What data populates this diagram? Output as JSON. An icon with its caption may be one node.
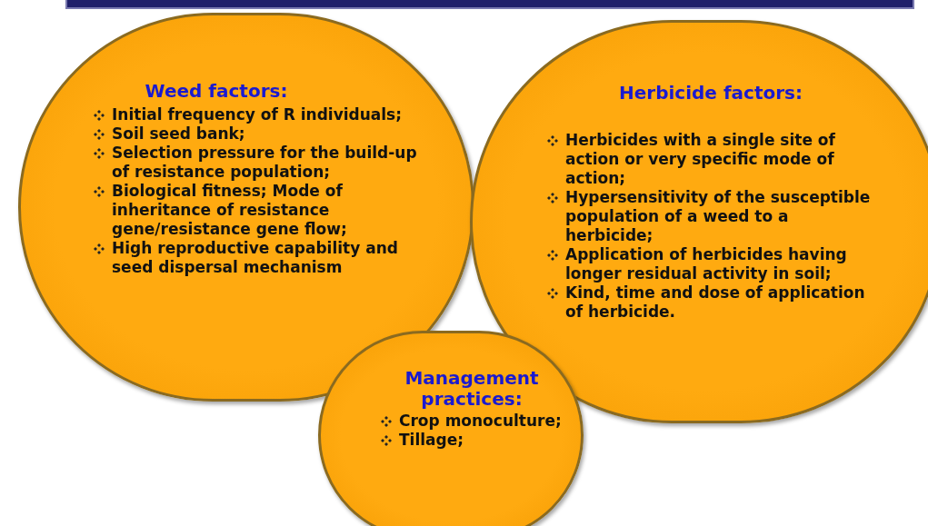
{
  "diagram": {
    "nodes": [
      {
        "text": [
          "Weed factors:",
          "Initial frequency of R individuals;",
          "Soil seed bank;",
          "Selection pressure for the build-up of resistance population;",
          "Biological fitness; Mode of inheritance of resistance gene/resistance gene flow;",
          "High reproductive capability and seed dispersal mechanism"
        ]
      },
      {
        "text": [
          "Herbicide factors:",
          "Herbicides with a single site of action or very specific mode of action;",
          "Hypersensitivity of the susceptible population of a weed to a herbicide;",
          "Application of herbicides having longer residual activity in soil;",
          "Kind, time and dose of application of herbicide."
        ]
      },
      {
        "text": [
          "Management practices:",
          "Crop monoculture;",
          "Tillage;"
        ]
      }
    ]
  }
}
